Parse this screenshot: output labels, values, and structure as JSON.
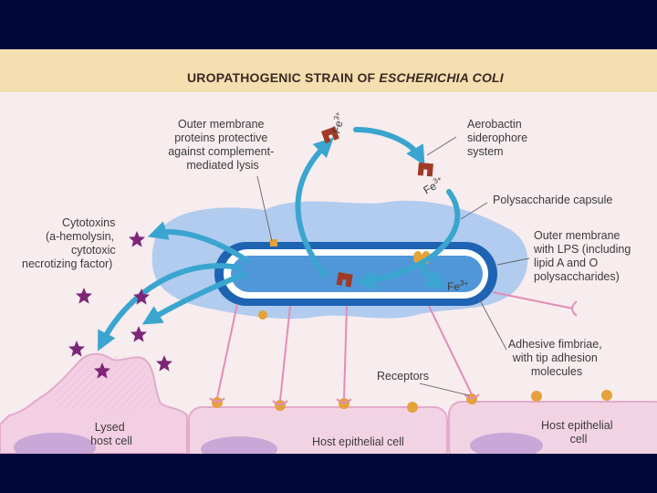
{
  "figure": {
    "title_main": "UROPATHOGENIC STRAIN OF ",
    "title_italic": "ESCHERICHIA COLI"
  },
  "labels": {
    "outer_membrane_proteins": [
      "Outer membrane",
      "proteins protective",
      "against complement-",
      "mediated lysis"
    ],
    "aerobactin": [
      "Aerobactin",
      "siderophore",
      "system"
    ],
    "polysaccharide_capsule": "Polysaccharide capsule",
    "cytotoxins": [
      "Cytotoxins",
      "(a-hemolysin,",
      "cytotoxic",
      "necrotizing factor)"
    ],
    "outer_membrane_lps": [
      "Outer membrane",
      "with LPS (including",
      "lipid A and O",
      "polysaccharides)"
    ],
    "adhesive_fimbriae": [
      "Adhesive fimbriae,",
      "with tip adhesion",
      "molecules"
    ],
    "receptors": "Receptors",
    "lysed_host_cell": [
      "Lysed",
      "host cell"
    ],
    "host_epithelial_cell_middle": "Host epithelial cell",
    "host_epithelial_cell_right": [
      "Host epithelial",
      "cell"
    ]
  },
  "iron": {
    "symbol": "Fe",
    "charge": "3+"
  },
  "colors": {
    "background": "#00073a",
    "title_bar": "#f5dfb1",
    "figure_bg": "#f7ecee",
    "capsule": "#a9c9ee",
    "bacterium_outer": "#1f63b3",
    "bacterium_inner": "#4f97d9",
    "arrow": "#3aa6cf",
    "toxin_star": "#7d2677",
    "receptor": "#e4a23a",
    "host_cell": "#f0d3e4",
    "siderophore": "#a03a26"
  }
}
